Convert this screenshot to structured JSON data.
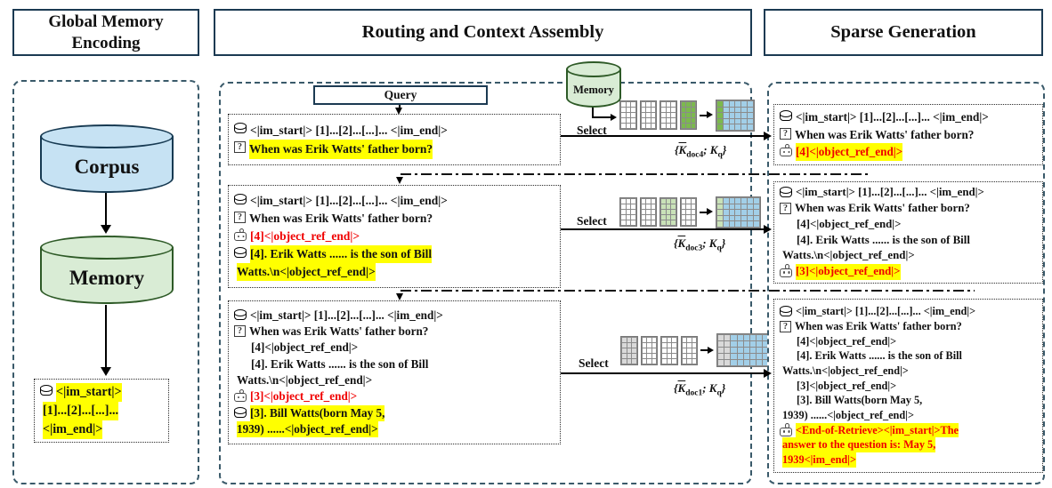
{
  "panels": {
    "left": {
      "title": "Global Memory Encoding",
      "corpus_label": "Corpus",
      "memory_label": "Memory"
    },
    "middle": {
      "title": "Routing and Context Assembly",
      "memory_label": "Memory",
      "query_label": "Query"
    },
    "right": {
      "title": "Sparse Generation"
    }
  },
  "left_prompt": {
    "lines": [
      {
        "icon": "db-icon",
        "style": "hl",
        "indent": "",
        "text": "<|im_start|>"
      },
      {
        "icon": "",
        "style": "hl",
        "indent": "ind-sm",
        "text": "[1]...[2]...[...]..."
      },
      {
        "icon": "",
        "style": "hl",
        "indent": "ind-sm",
        "text": "<|im_end|>"
      }
    ]
  },
  "routing": {
    "steps": [
      {
        "select_label": "Select",
        "klabel": {
          "open": "{",
          "k1": "K",
          "k1sub": "doc4",
          "sep": "; ",
          "k2": "K",
          "k2sub": "q",
          "close": "}"
        },
        "lines": [
          {
            "icon": "db-icon",
            "style": "plain",
            "indent": "",
            "text": "<|im_start|> [1]...[2]...[...]... <|im_end|>"
          },
          {
            "icon": "question-icon",
            "style": "hl",
            "indent": "",
            "text": "When was Erik Watts' father born?"
          }
        ],
        "grids": {
          "small": [
            {
              "cols": 3,
              "rows": 5,
              "cellw": 4.5,
              "cellh": 5,
              "color": "#ffffff"
            },
            {
              "cols": 3,
              "rows": 5,
              "cellw": 4.5,
              "cellh": 5,
              "color": "#ffffff"
            },
            {
              "cols": 3,
              "rows": 5,
              "cellw": 4.5,
              "cellh": 5,
              "color": "#ffffff"
            },
            {
              "cols": 3,
              "rows": 5,
              "cellw": 4.5,
              "cellh": 5,
              "color": "#7cb94e"
            }
          ],
          "big": {
            "cols": 6,
            "rows": 5,
            "cellw": 5.8,
            "cellh": 5.6,
            "lead_cols": 1,
            "lead_color": "#7cb94e",
            "rest_color": "#a2cfe8"
          }
        }
      },
      {
        "select_label": "Select",
        "klabel": {
          "open": "{",
          "k1": "K",
          "k1sub": "doc3",
          "sep": "; ",
          "k2": "K",
          "k2sub": "q",
          "close": "}"
        },
        "lines": [
          {
            "icon": "db-icon",
            "style": "plain",
            "indent": "",
            "text": "<|im_start|> [1]...[2]...[...]... <|im_end|>"
          },
          {
            "icon": "question-icon",
            "style": "plain",
            "indent": "",
            "text": "When was Erik Watts' father born?"
          },
          {
            "icon": "robot-icon",
            "style": "red",
            "indent": "",
            "text": "[4]<|object_ref_end|>"
          },
          {
            "icon": "db-icon",
            "style": "hl",
            "indent": "",
            "text": "[4]. Erik Watts ...... is the son of Bill"
          },
          {
            "icon": "",
            "style": "hl",
            "indent": "ind-sm",
            "text": "Watts.\\n<|object_ref_end|>"
          }
        ],
        "grids": {
          "small": [
            {
              "cols": 3,
              "rows": 5,
              "cellw": 4.5,
              "cellh": 5,
              "color": "#ffffff"
            },
            {
              "cols": 3,
              "rows": 5,
              "cellw": 4.5,
              "cellh": 5,
              "color": "#ffffff"
            },
            {
              "cols": 3,
              "rows": 5,
              "cellw": 4.5,
              "cellh": 5,
              "color": "#c9e2b8"
            },
            {
              "cols": 3,
              "rows": 5,
              "cellw": 4.5,
              "cellh": 5,
              "color": "#ffffff"
            }
          ],
          "big": {
            "cols": 7,
            "rows": 5,
            "cellw": 5.8,
            "cellh": 5.6,
            "lead_cols": 1,
            "lead_color": "#c9e2b8",
            "rest_color": "#a2cfe8"
          }
        }
      },
      {
        "select_label": "Select",
        "klabel": {
          "open": "{",
          "k1": "K",
          "k1sub": "doc1",
          "sep": "; ",
          "k2": "K",
          "k2sub": "q",
          "close": "}"
        },
        "lines": [
          {
            "icon": "db-icon",
            "style": "plain",
            "indent": "",
            "text": "<|im_start|> [1]...[2]...[...]... <|im_end|>"
          },
          {
            "icon": "question-icon",
            "style": "plain",
            "indent": "",
            "text": "When was Erik Watts' father born?"
          },
          {
            "icon": "",
            "style": "plain",
            "indent": "ind",
            "text": "[4]<|object_ref_end|>"
          },
          {
            "icon": "",
            "style": "plain",
            "indent": "ind",
            "text": "[4]. Erik Watts ...... is the son of Bill"
          },
          {
            "icon": "",
            "style": "plain",
            "indent": "ind-sm",
            "text": "Watts.\\n<|object_ref_end|>"
          },
          {
            "icon": "robot-icon",
            "style": "red",
            "indent": "",
            "text": "[3]<|object_ref_end|>"
          },
          {
            "icon": "db-icon",
            "style": "hl",
            "indent": "",
            "text": "[3]. Bill Watts(born May 5,"
          },
          {
            "icon": "",
            "style": "hl",
            "indent": "ind-sm",
            "text": "1939) ......<|object_ref_end|>"
          }
        ],
        "grids": {
          "small": [
            {
              "cols": 3,
              "rows": 5,
              "cellw": 4.5,
              "cellh": 5,
              "color": "#d9d9d9"
            },
            {
              "cols": 3,
              "rows": 5,
              "cellw": 4.5,
              "cellh": 5,
              "color": "#ffffff"
            },
            {
              "cols": 3,
              "rows": 5,
              "cellw": 4.5,
              "cellh": 5,
              "color": "#ffffff"
            },
            {
              "cols": 3,
              "rows": 5,
              "cellw": 4.5,
              "cellh": 5,
              "color": "#ffffff"
            }
          ],
          "big": {
            "cols": 9,
            "rows": 5,
            "cellw": 6.2,
            "cellh": 6,
            "lead_cols": 2,
            "lead_color": "#d9d9d9",
            "rest_color": "#a2cfe8"
          }
        }
      }
    ]
  },
  "generation": {
    "steps": [
      {
        "lines": [
          {
            "icon": "db-icon",
            "style": "plain",
            "indent": "",
            "text": "<|im_start|> [1]...[2]...[...]... <|im_end|>"
          },
          {
            "icon": "question-icon",
            "style": "plain",
            "indent": "",
            "text": "When was Erik Watts' father born?"
          },
          {
            "icon": "robot-icon",
            "style": "redhl",
            "indent": "",
            "text": "[4]<|object_ref_end|>"
          }
        ]
      },
      {
        "lines": [
          {
            "icon": "db-icon",
            "style": "plain",
            "indent": "",
            "text": "<|im_start|> [1]...[2]...[...]... <|im_end|>"
          },
          {
            "icon": "question-icon",
            "style": "plain",
            "indent": "",
            "text": "When was Erik Watts' father born?"
          },
          {
            "icon": "",
            "style": "plain",
            "indent": "ind",
            "text": "[4]<|object_ref_end|>"
          },
          {
            "icon": "",
            "style": "plain",
            "indent": "ind",
            "text": "[4]. Erik Watts ...... is the son of Bill"
          },
          {
            "icon": "",
            "style": "plain",
            "indent": "ind-sm",
            "text": "Watts.\\n<|object_ref_end|>"
          },
          {
            "icon": "robot-icon",
            "style": "redhl",
            "indent": "",
            "text": "[3]<|object_ref_end|>"
          }
        ]
      },
      {
        "lines": [
          {
            "icon": "db-icon",
            "style": "plain",
            "indent": "",
            "text": "<|im_start|> [1]...[2]...[...]... <|im_end|>"
          },
          {
            "icon": "question-icon",
            "style": "plain",
            "indent": "",
            "text": "When was Erik Watts' father born?"
          },
          {
            "icon": "",
            "style": "plain",
            "indent": "ind",
            "text": "[4]<|object_ref_end|>"
          },
          {
            "icon": "",
            "style": "plain",
            "indent": "ind",
            "text": "[4]. Erik Watts ...... is the son of Bill"
          },
          {
            "icon": "",
            "style": "plain",
            "indent": "ind-sm",
            "text": "Watts.\\n<|object_ref_end|>"
          },
          {
            "icon": "",
            "style": "plain",
            "indent": "ind",
            "text": "[3]<|object_ref_end|>"
          },
          {
            "icon": "",
            "style": "plain",
            "indent": "ind",
            "text": "[3]. Bill Watts(born May 5,"
          },
          {
            "icon": "",
            "style": "plain",
            "indent": "ind-sm",
            "text": "1939) ......<|object_ref_end|>"
          },
          {
            "icon": "robot-icon",
            "style": "redhl",
            "indent": "",
            "text": "<End-of-Retrieve><|im_start|>The"
          },
          {
            "icon": "",
            "style": "redhl",
            "indent": "ind-sm",
            "text": "answer to the question is: May 5,"
          },
          {
            "icon": "",
            "style": "redhl",
            "indent": "ind-sm",
            "text": "1939<|im_end|>"
          }
        ]
      }
    ]
  },
  "icons": {
    "db-icon": "database-cylinder",
    "question-icon": "?",
    "robot-icon": "robot-face",
    "arrow-right-icon": "→",
    "arrow-down-icon": "↓"
  },
  "colors": {
    "box_border": "#1b3a52",
    "dashed_border": "#3a5a6a",
    "corpus_fill": "#c6e2f3",
    "corpus_stroke": "#173a52",
    "memory_fill": "#d9ecd5",
    "memory_stroke": "#2e5a27",
    "highlight": "#ffff00",
    "red_text": "#f00000",
    "selected_green": "#7cb94e",
    "selected_light_green": "#c9e2b8",
    "selected_gray": "#d9d9d9",
    "kv_blue": "#a2cfe8"
  }
}
